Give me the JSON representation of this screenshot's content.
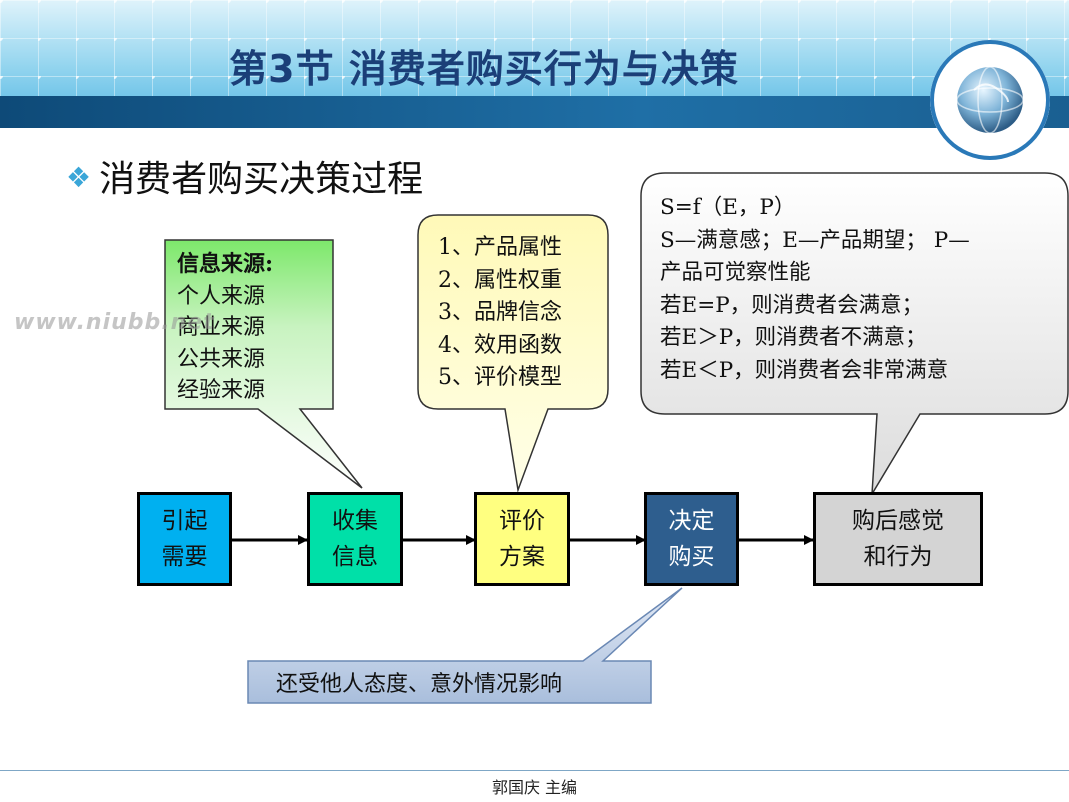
{
  "slide": {
    "title": "第3节 消费者购买行为与决策",
    "subtitle": "消费者购买决策过程",
    "footer": "郭国庆   主编",
    "watermark": "www.niubb.net"
  },
  "info_callout": {
    "heading": "信息来源:",
    "items": [
      "个人来源",
      "商业来源",
      "公共来源",
      "经验来源"
    ]
  },
  "attribute_callout": {
    "items": [
      "1、产品属性",
      "2、属性权重",
      "3、品牌信念",
      "4、效用函数",
      "5、评价模型"
    ]
  },
  "satisfaction_callout": {
    "lines": [
      "S=f（E，P）",
      "S—满意感；E—产品期望；  P—",
      "产品可觉察性能",
      "若E=P，则消费者会满意；",
      "若E＞P，则消费者不满意；",
      "若E＜P，则消费者会非常满意"
    ]
  },
  "influence_callout": {
    "text": "还受他人态度、意外情况影响"
  },
  "steps": [
    {
      "line1": "引起",
      "line2": "需要",
      "color": "#00b0f0"
    },
    {
      "line1": "收集",
      "line2": "信息",
      "color": "#00e0a8"
    },
    {
      "line1": "评价",
      "line2": "方案",
      "color": "#ffff80"
    },
    {
      "line1": "决定",
      "line2": "购买",
      "color": "#2e5e8e"
    },
    {
      "line1": "购后感觉",
      "line2": "和行为",
      "color": "#d4d4d4"
    }
  ]
}
